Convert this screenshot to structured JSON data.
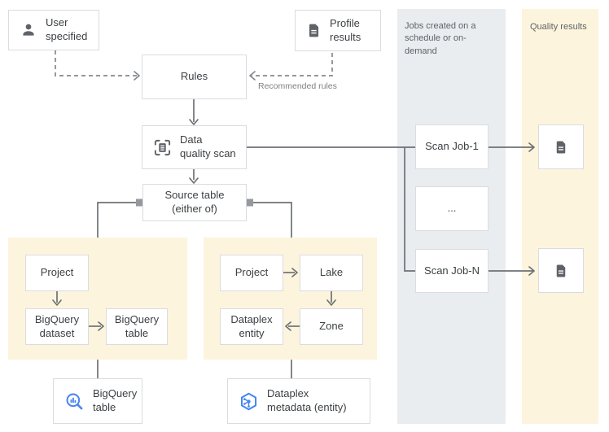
{
  "panels": {
    "jobs": {
      "title": "Jobs created on a schedule or on-demand",
      "bg": "#e9edf0"
    },
    "quality": {
      "title": "Quality results",
      "bg": "#fcf4dc"
    },
    "bigquery_source": {
      "bg": "#fcf4dc"
    },
    "dataplex_source": {
      "bg": "#fcf4dc"
    }
  },
  "nodes": {
    "user_specified": {
      "label": "User specified",
      "icon": "person-icon"
    },
    "profile_results": {
      "label": "Profile results",
      "icon": "document-icon"
    },
    "rules": {
      "label": "Rules"
    },
    "data_quality_scan": {
      "lines": [
        "Data",
        "quality scan"
      ],
      "icon": "data-quality-scan-icon"
    },
    "source_table": {
      "lines": [
        "Source table",
        "(either of)"
      ]
    },
    "project_bigquery": {
      "label": "Project"
    },
    "bigquery_dataset": {
      "label": "BigQuery dataset"
    },
    "bigquery_table": {
      "label": "BigQuery table"
    },
    "project_dataplex": {
      "label": "Project"
    },
    "lake": {
      "label": "Lake"
    },
    "dataplex_entity": {
      "label": "Dataplex entity"
    },
    "zone": {
      "label": "Zone"
    },
    "bigquery_table_ref": {
      "label": "BigQuery table",
      "icon": "bigquery-icon"
    },
    "dataplex_metadata": {
      "lines": [
        "Dataplex",
        "metadata (entity)"
      ],
      "icon": "dataplex-icon"
    },
    "scan_job_1": {
      "label": "Scan Job-1"
    },
    "scan_job_ellipsis": {
      "label": "..."
    },
    "scan_job_n": {
      "label": "Scan Job-N"
    },
    "quality_result_1": {
      "icon": "document-icon"
    },
    "quality_result_2": {
      "icon": "document-icon"
    }
  },
  "labels": {
    "recommended_rules": "Recommended rules"
  },
  "colors": {
    "panel_gray": "#e9edf0",
    "panel_yellow": "#fcf4dc",
    "box_border": "#d9dce0",
    "box_text": "#3c4043",
    "wire_solid": "#6d7175",
    "wire_dashed": "#84888c",
    "icon_gray": "#5f6368",
    "icon_blue": "#4285f4",
    "icon_blue_light": "#4f86ec"
  }
}
